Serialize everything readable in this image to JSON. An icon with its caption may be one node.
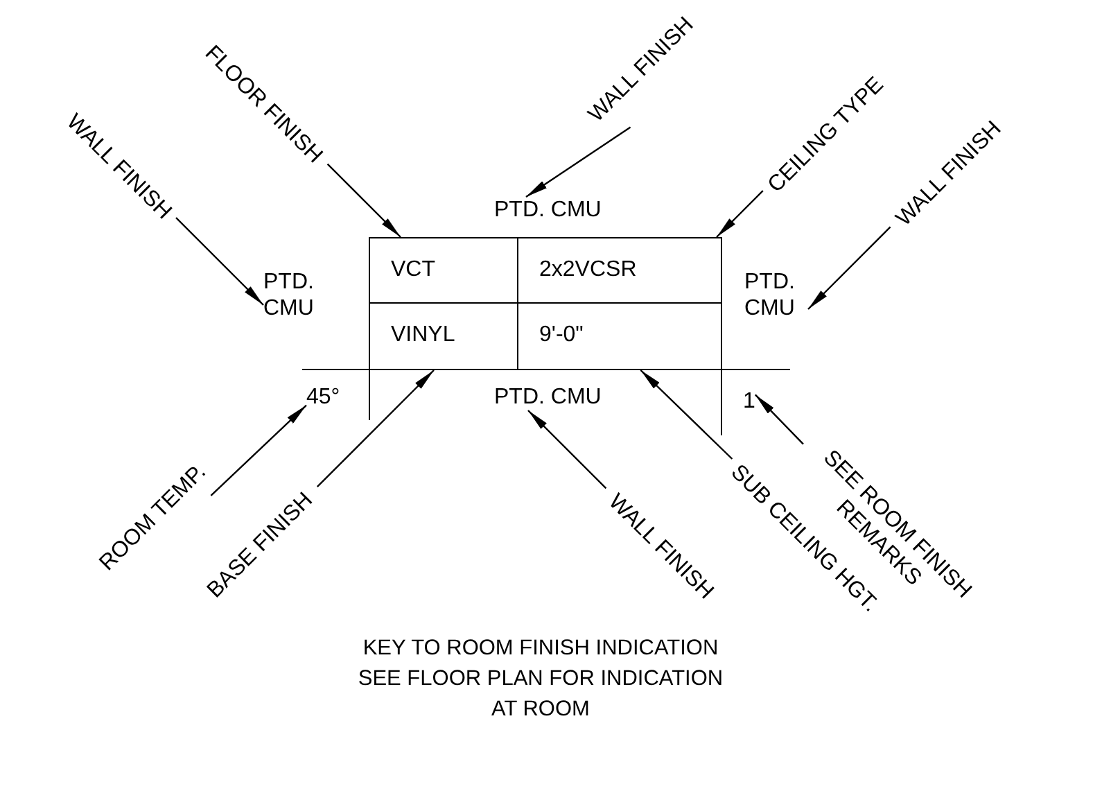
{
  "diagram": {
    "caption": "KEY TO ROOM FINISH INDICATION SEE FLOOR PLAN FOR INDICATION AT ROOM",
    "nodes": [
      {
        "text": [
          "PTD. CMU"
        ]
      },
      {
        "text": [
          "PTD. CMU"
        ]
      },
      {
        "text": [
          "VCT"
        ]
      },
      {
        "text": [
          "2x2VCSR"
        ]
      },
      {
        "text": [
          "PTD. CMU"
        ]
      },
      {
        "text": [
          "VINYL"
        ]
      },
      {
        "text": [
          "9'-0\""
        ]
      },
      {
        "text": [
          "45°"
        ]
      },
      {
        "text": [
          "PTD. CMU"
        ]
      },
      {
        "text": [
          "1"
        ]
      },
      {
        "text": [
          "FLOOR FINISH"
        ]
      },
      {
        "text": [
          "WALL FINISH"
        ]
      },
      {
        "text": [
          "WALL FINISH"
        ]
      },
      {
        "text": [
          "CEILING TYPE"
        ]
      },
      {
        "text": [
          "WALL FINISH"
        ]
      },
      {
        "text": [
          "ROOM TEMP."
        ]
      },
      {
        "text": [
          "BASE FINISH"
        ]
      },
      {
        "text": [
          "WALL FINISH"
        ]
      },
      {
        "text": [
          "SUB CEILING HGT."
        ]
      },
      {
        "text": [
          "SEE ROOM FINISH REMARKS"
        ]
      }
    ],
    "edges": [
      {
        "from": 10,
        "to": 2,
        "arrow": "to"
      },
      {
        "from": 11,
        "to": 1,
        "arrow": "to"
      },
      {
        "from": 12,
        "to": 0,
        "arrow": "to"
      },
      {
        "from": 13,
        "to": 3,
        "arrow": "to"
      },
      {
        "from": 14,
        "to": 4,
        "arrow": "to"
      },
      {
        "from": 15,
        "to": 7,
        "arrow": "to"
      },
      {
        "from": 16,
        "to": 5,
        "arrow": "to"
      },
      {
        "from": 17,
        "to": 8,
        "arrow": "to"
      },
      {
        "from": 18,
        "to": 6,
        "arrow": "to"
      },
      {
        "from": 19,
        "to": 9,
        "arrow": "to"
      }
    ]
  }
}
